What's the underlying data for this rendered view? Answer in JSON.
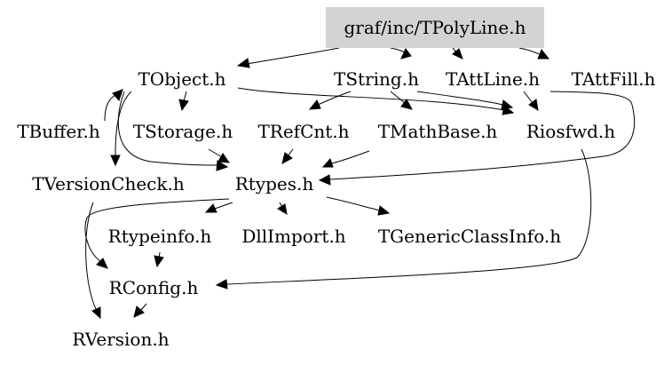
{
  "graph": {
    "root": "graf/inc/TPolyLine.h",
    "nodes": {
      "tpolyline": "graf/inc/TPolyLine.h",
      "tobject": "TObject.h",
      "tstring": "TString.h",
      "tattline": "TAttLine.h",
      "tattfill": "TAttFill.h",
      "tbuffer": "TBuffer.h",
      "tstorage": "TStorage.h",
      "trefcnt": "TRefCnt.h",
      "tmathbase": "TMathBase.h",
      "riosfwd": "Riosfwd.h",
      "tversioncheck": "TVersionCheck.h",
      "rtypes": "Rtypes.h",
      "rtypeinfo": "Rtypeinfo.h",
      "dllimport": "DllImport.h",
      "tgenericclassinfo": "TGenericClassInfo.h",
      "rconfig": "RConfig.h",
      "rversion": "RVersion.h"
    },
    "edges": [
      {
        "from": "tpolyline",
        "to": "tobject"
      },
      {
        "from": "tpolyline",
        "to": "tstring"
      },
      {
        "from": "tpolyline",
        "to": "tattline"
      },
      {
        "from": "tpolyline",
        "to": "tattfill"
      },
      {
        "from": "tobject",
        "to": "tstorage"
      },
      {
        "from": "tobject",
        "to": "tversioncheck"
      },
      {
        "from": "tobject",
        "to": "rtypes"
      },
      {
        "from": "tobject",
        "to": "riosfwd"
      },
      {
        "from": "tbuffer",
        "to": "tobject"
      },
      {
        "from": "tstring",
        "to": "trefcnt"
      },
      {
        "from": "tstring",
        "to": "tmathbase"
      },
      {
        "from": "tstring",
        "to": "riosfwd"
      },
      {
        "from": "tattline",
        "to": "riosfwd"
      },
      {
        "from": "tattfill",
        "to": "rtypes"
      },
      {
        "from": "tstorage",
        "to": "rtypes"
      },
      {
        "from": "trefcnt",
        "to": "rtypes"
      },
      {
        "from": "tmathbase",
        "to": "rtypes"
      },
      {
        "from": "riosfwd",
        "to": "rconfig"
      },
      {
        "from": "tversioncheck",
        "to": "rversion"
      },
      {
        "from": "rtypes",
        "to": "rtypeinfo"
      },
      {
        "from": "rtypes",
        "to": "dllimport"
      },
      {
        "from": "rtypes",
        "to": "tgenericclassinfo"
      },
      {
        "from": "rtypes",
        "to": "rconfig"
      },
      {
        "from": "rtypeinfo",
        "to": "rconfig"
      },
      {
        "from": "rconfig",
        "to": "rversion"
      }
    ]
  },
  "colors": {
    "root_fill": "#d3d3d3",
    "edge": "#000000",
    "text": "#000000",
    "background": "#ffffff"
  }
}
